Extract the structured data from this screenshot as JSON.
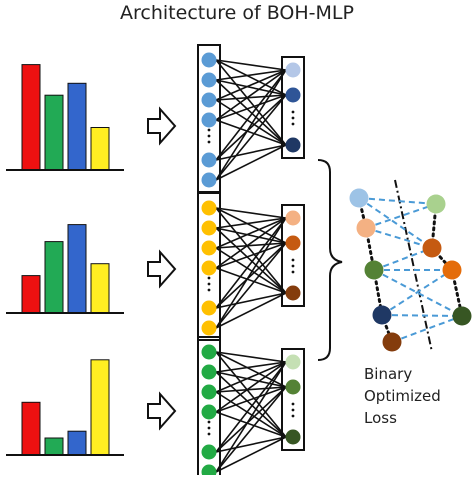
{
  "title": "Architecture of BOH-MLP",
  "loss_label": [
    "Binary",
    "Optimized",
    "Loss"
  ],
  "colors": {
    "bar_red": "#ee1111",
    "bar_green": "#22aa55",
    "bar_blue": "#3366cc",
    "bar_yellow": "#ffee22",
    "input_blue": "#5b9bd5",
    "input_orange": "#ffc000",
    "input_green": "#22aa44",
    "outline": "#111111",
    "dashed_link": "#4a9ad6"
  },
  "rows": [
    {
      "name": "row-1",
      "histogram_values": [
        0.62,
        0.44,
        0.51,
        0.25
      ],
      "input_node_color": "#5b9bd5",
      "output_node_colors": [
        "#b4c7e7",
        "#2f5597",
        "#1f3864"
      ]
    },
    {
      "name": "row-2",
      "histogram_values": [
        0.22,
        0.42,
        0.52,
        0.29
      ],
      "input_node_color": "#ffc000",
      "output_node_colors": [
        "#f4b183",
        "#c55a11",
        "#843c0c"
      ]
    },
    {
      "name": "row-3",
      "histogram_values": [
        0.31,
        0.1,
        0.14,
        0.56
      ],
      "input_node_color": "#22aa44",
      "output_node_colors": [
        "#c5e0b4",
        "#548235",
        "#375623"
      ]
    }
  ],
  "loss_nodes": [
    {
      "name": "loss-node-blue-light",
      "color": "#9dc3e6"
    },
    {
      "name": "loss-node-green-light",
      "color": "#a9d18e"
    },
    {
      "name": "loss-node-salmon",
      "color": "#f4b183"
    },
    {
      "name": "loss-node-orange-dark",
      "color": "#c55a11"
    },
    {
      "name": "loss-node-green-dark",
      "color": "#548235"
    },
    {
      "name": "loss-node-orange",
      "color": "#e46c0a"
    },
    {
      "name": "loss-node-navy",
      "color": "#1f3864"
    },
    {
      "name": "loss-node-forest",
      "color": "#375623"
    },
    {
      "name": "loss-node-brown",
      "color": "#843c0c"
    }
  ]
}
